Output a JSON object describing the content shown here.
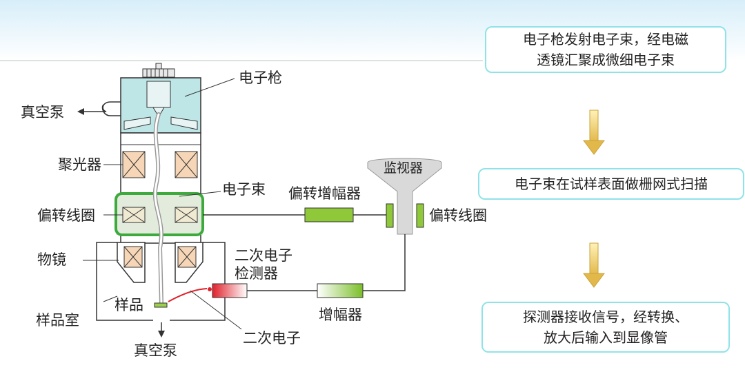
{
  "labels": {
    "electron_gun": "电子枪",
    "vacuum_pump_left": "真空泵",
    "condenser": "聚光器",
    "electron_beam": "电子束",
    "deflection_coil_left": "偏转线圈",
    "objective_lens": "物镜",
    "sample_chamber": "样品室",
    "sample": "样品",
    "vacuum_pump_bottom": "真空泵",
    "secondary_electron_detector_line1": "二次电子",
    "secondary_electron_detector_line2": "检测器",
    "secondary_electron": "二次电子",
    "deflection_amplifier": "偏转增幅器",
    "monitor": "监视器",
    "deflection_coil_right": "偏转线圈",
    "amplifier": "增幅器"
  },
  "steps": [
    {
      "line1": "电子枪发射电子束，经电磁",
      "line2": "透镜汇聚成微细电子束"
    },
    {
      "line1": "电子束在试样表面做栅网式扫描",
      "line2": ""
    },
    {
      "line1": "探测器接收信号，经转换、",
      "line2": "放大后输入到显像管"
    }
  ],
  "colors": {
    "column": "#bfe6e6",
    "highlight_border": "#3caa3c",
    "amplifier_green": "#8fc93a",
    "arrow": "#e8c65a",
    "step_border": "#8fe3e8"
  }
}
